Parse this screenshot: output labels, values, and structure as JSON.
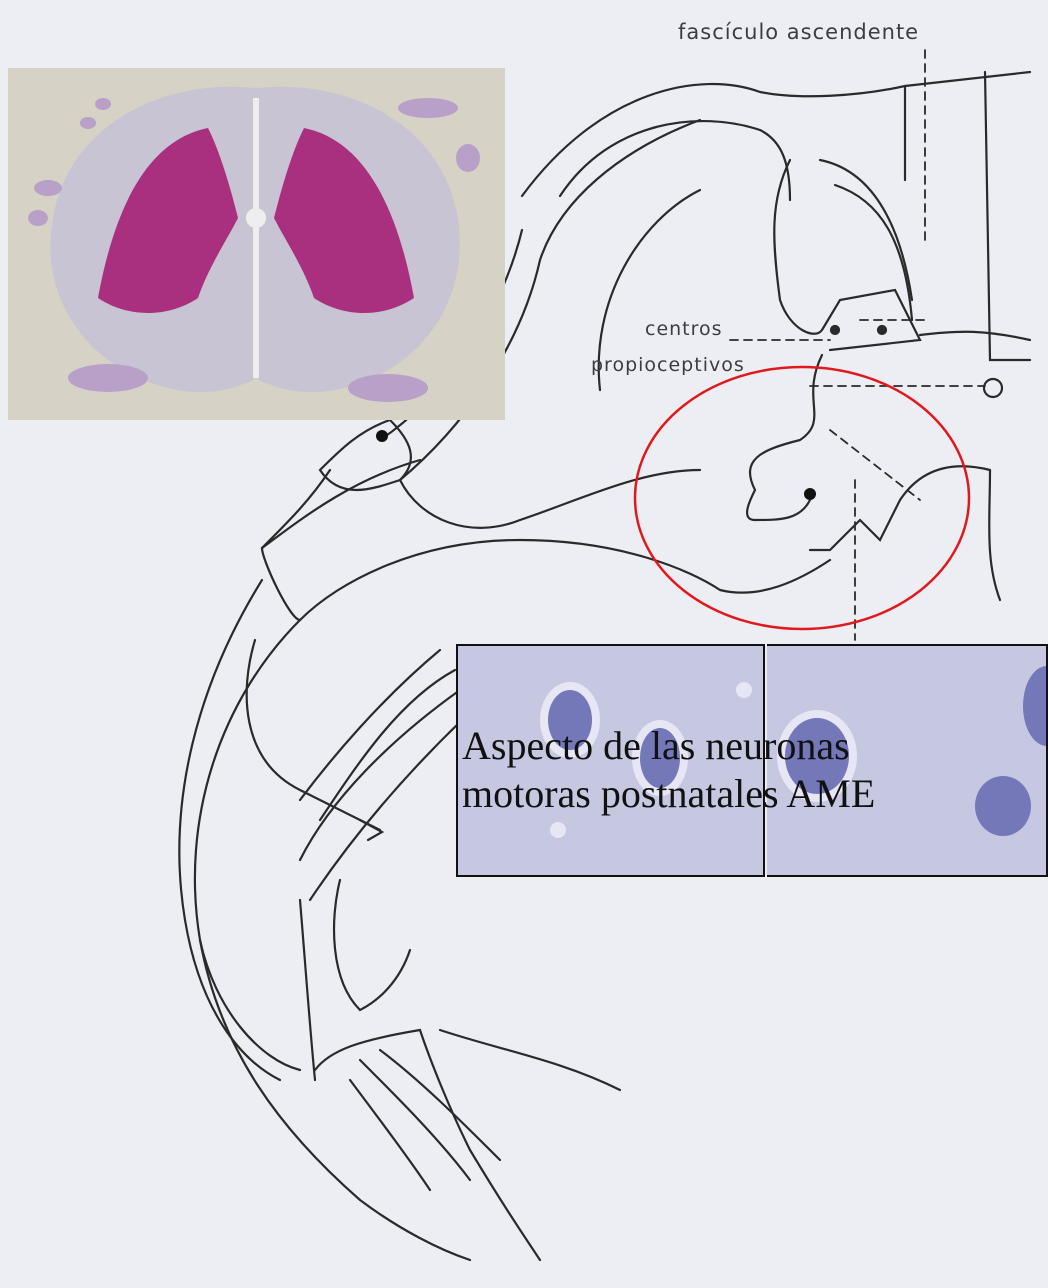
{
  "diagram": {
    "labels": {
      "fasciculo": "fascículo ascendente",
      "centros": "centros",
      "propioceptivos": "propioceptivos"
    },
    "caption": {
      "line1": "Aspecto de las neuronas",
      "line2": "motoras postnatales AME"
    },
    "highlight_color": "#e0191d",
    "stain_color": "#a8307e",
    "neuron_stain_color": "#7478b8"
  }
}
